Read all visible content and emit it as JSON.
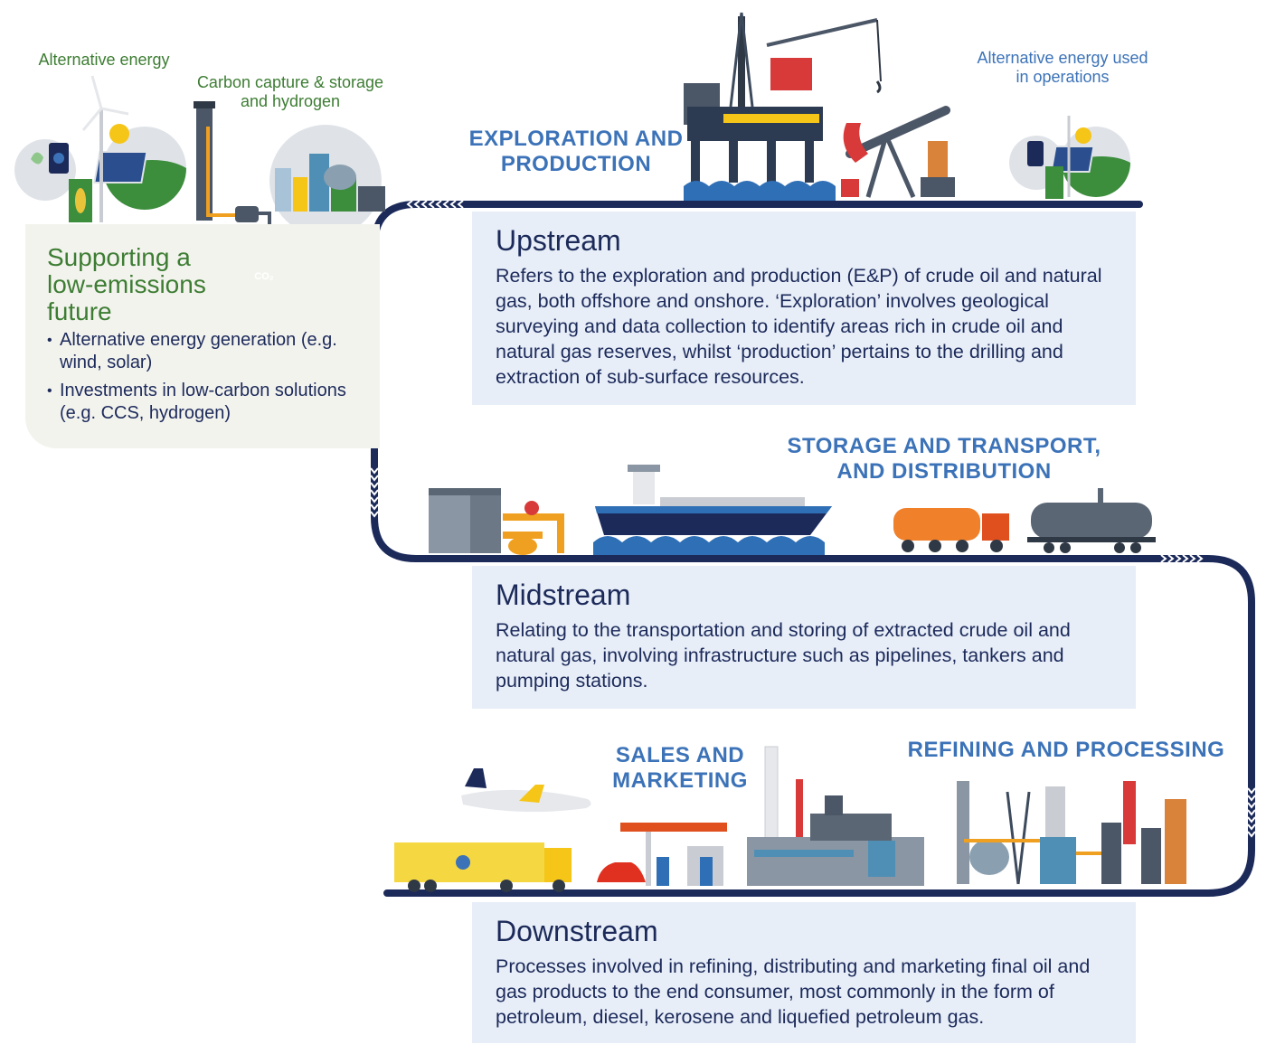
{
  "support": {
    "alt_energy_label": "Alternative energy",
    "ccs_label": "Carbon capture & storage and hydrogen",
    "title": "Supporting a low-emissions future",
    "co2_label": "CO₂",
    "bullets": [
      "Alternative energy generation (e.g. wind, solar)",
      "Investments in low-carbon solutions (e.g. CCS, hydrogen)"
    ]
  },
  "upstream": {
    "header": "EXPLORATION AND PRODUCTION",
    "ops_label": "Alternative energy used in operations",
    "title": "Upstream",
    "body": "Refers to the exploration and production (E&P) of crude oil and natural gas, both offshore and onshore. ‘Exploration’ involves geological surveying and data collection to identify areas rich in crude oil and natural gas reserves, whilst ‘production’ pertains to the drilling and extraction of sub-surface resources."
  },
  "midstream": {
    "header": "STORAGE AND TRANSPORT, AND DISTRIBUTION",
    "title": "Midstream",
    "body": "Relating to the transportation and storing of extracted crude oil and natural gas, involving infrastructure such as pipelines, tankers and pumping stations."
  },
  "downstream": {
    "header_sales": "SALES AND MARKETING",
    "header_refining": "REFINING AND PROCESSING",
    "title": "Downstream",
    "body": "Processes involved in refining, distributing and marketing final oil and gas products to the end consumer, most commonly in the form of petroleum, diesel, kerosene and liquefied petroleum gas."
  },
  "colors": {
    "navy": "#1c2a5a",
    "header_blue": "#3c73b8",
    "green": "#3d7d33",
    "panel": "#e7eef8"
  }
}
